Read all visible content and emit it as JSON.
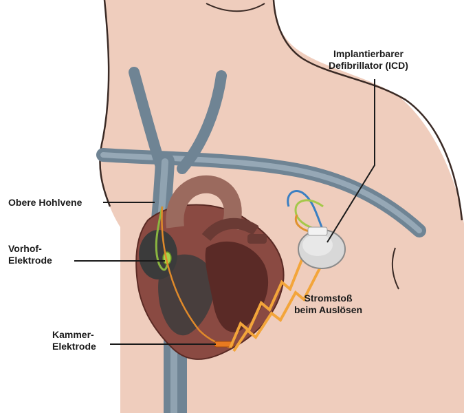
{
  "diagram": {
    "labels": {
      "icd": [
        "Implantierbarer",
        "Defibrillator (ICD)"
      ],
      "vena_cava": [
        "Obere Hohlvene"
      ],
      "atrial_lead": [
        "Vorhof-",
        "Elektrode"
      ],
      "ventricular_lead": [
        "Kammer-",
        "Elektrode"
      ],
      "shock": [
        "Stromstoß",
        "beim Auslösen"
      ]
    }
  }
}
